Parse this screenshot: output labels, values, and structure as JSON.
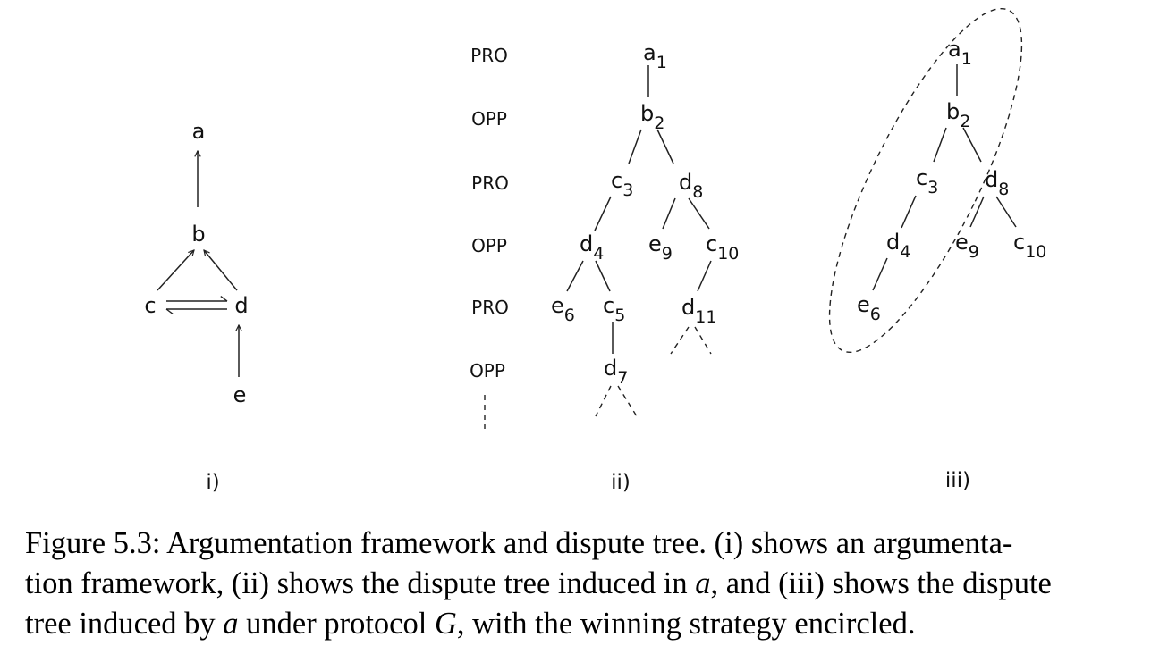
{
  "panel_i": {
    "nodes": {
      "a": "a",
      "b": "b",
      "c": "c",
      "d": "d",
      "e": "e"
    },
    "label": "i)"
  },
  "panel_ii": {
    "row_labels": [
      "PRO",
      "OPP",
      "PRO",
      "OPP",
      "PRO",
      "OPP"
    ],
    "nodes": {
      "a1": [
        "a",
        "1"
      ],
      "b2": [
        "b",
        "2"
      ],
      "c3": [
        "c",
        "3"
      ],
      "d8": [
        "d",
        "8"
      ],
      "d4": [
        "d",
        "4"
      ],
      "e9": [
        "e",
        "9"
      ],
      "c10": [
        "c",
        "10"
      ],
      "e6": [
        "e",
        "6"
      ],
      "c5": [
        "c",
        "5"
      ],
      "d11": [
        "d",
        "11"
      ],
      "d7": [
        "d",
        "7"
      ]
    },
    "label": "ii)"
  },
  "panel_iii": {
    "nodes": {
      "a1": [
        "a",
        "1"
      ],
      "b2": [
        "b",
        "2"
      ],
      "c3": [
        "c",
        "3"
      ],
      "d8": [
        "d",
        "8"
      ],
      "d4": [
        "d",
        "4"
      ],
      "e9": [
        "e",
        "9"
      ],
      "c10": [
        "c",
        "10"
      ],
      "e6": [
        "e",
        "6"
      ]
    },
    "label": "iii)"
  },
  "caption": {
    "line1": [
      "Figure 5.3: Argumentation framework and dispute tree. (i) shows an argumenta-"
    ],
    "line2": [
      "tion framework, (ii) shows the dispute tree induced in ",
      "a",
      ", and (iii) shows the dispute"
    ],
    "line3": [
      "tree induced by ",
      "a",
      " under protocol ",
      "G",
      ", with the winning strategy encircled."
    ]
  },
  "colors": {
    "ink": "#111111",
    "background": "#ffffff"
  }
}
